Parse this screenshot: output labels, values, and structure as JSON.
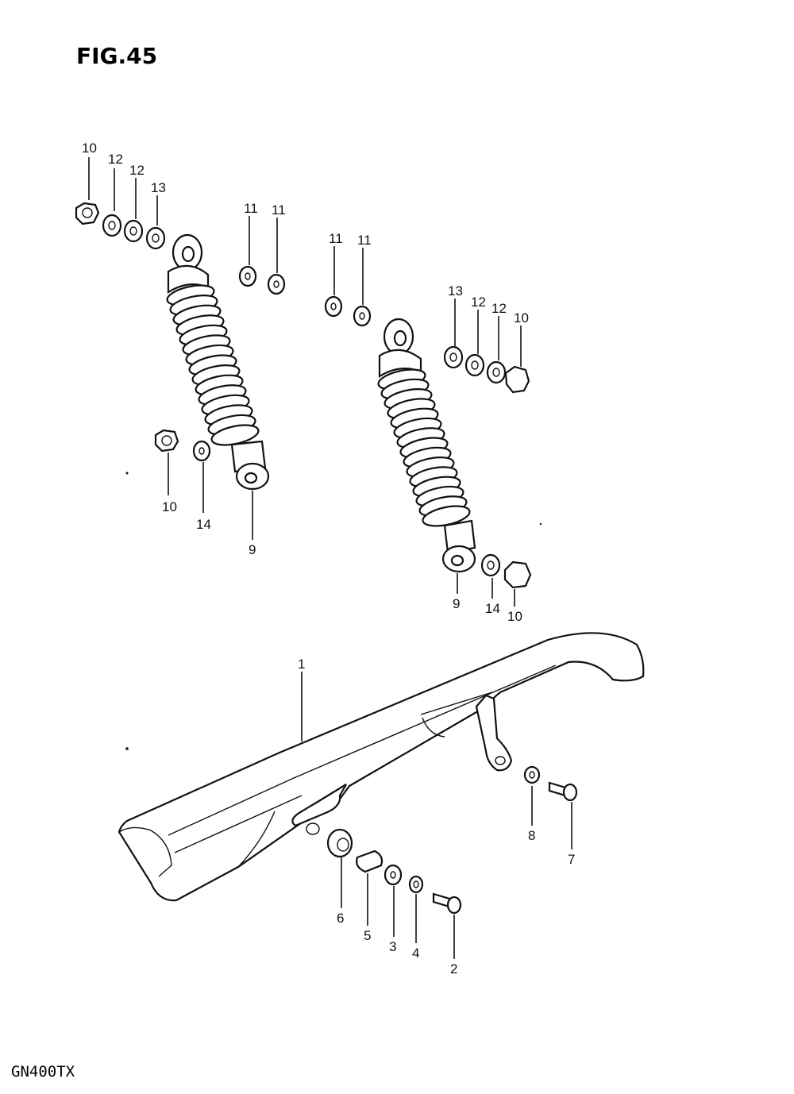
{
  "figure_title": "FIG.45",
  "model_code": "GN400TX",
  "callouts": [
    {
      "id": "c10a",
      "text": "10"
    },
    {
      "id": "c12a",
      "text": "12"
    },
    {
      "id": "c12b",
      "text": "12"
    },
    {
      "id": "c13a",
      "text": "13"
    },
    {
      "id": "c11a",
      "text": "11"
    },
    {
      "id": "c11b",
      "text": "11"
    },
    {
      "id": "c11c",
      "text": "11"
    },
    {
      "id": "c11d",
      "text": "11"
    },
    {
      "id": "c13b",
      "text": "13"
    },
    {
      "id": "c12c",
      "text": "12"
    },
    {
      "id": "c12d",
      "text": "12"
    },
    {
      "id": "c10b",
      "text": "10"
    },
    {
      "id": "c10c",
      "text": "10"
    },
    {
      "id": "c14a",
      "text": "14"
    },
    {
      "id": "c9a",
      "text": "9"
    },
    {
      "id": "c9b",
      "text": "9"
    },
    {
      "id": "c14b",
      "text": "14"
    },
    {
      "id": "c10d",
      "text": "10"
    },
    {
      "id": "c1",
      "text": "1"
    },
    {
      "id": "c8",
      "text": "8"
    },
    {
      "id": "c7",
      "text": "7"
    },
    {
      "id": "c6",
      "text": "6"
    },
    {
      "id": "c5",
      "text": "5"
    },
    {
      "id": "c3",
      "text": "3"
    },
    {
      "id": "c4",
      "text": "4"
    },
    {
      "id": "c2",
      "text": "2"
    }
  ]
}
